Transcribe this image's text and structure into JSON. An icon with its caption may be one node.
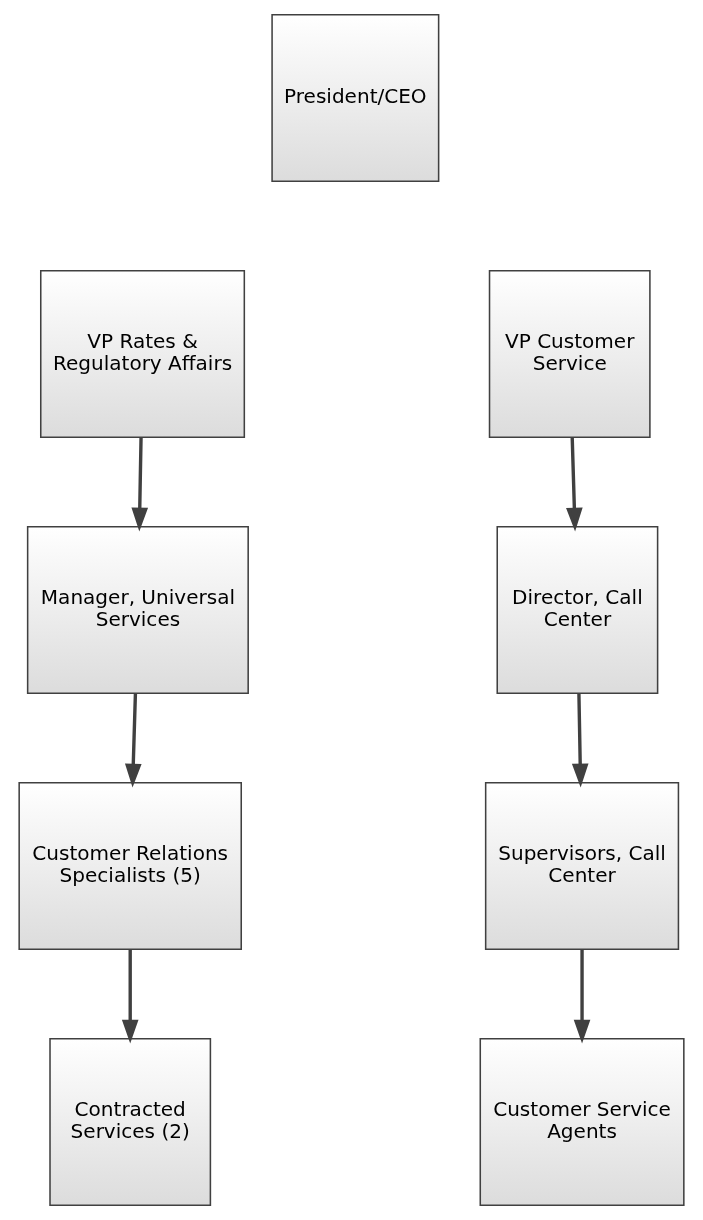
{
  "diagram": {
    "nodes": [
      {
        "text": [
          "President/CEO"
        ]
      },
      {
        "text": [
          "VP Rates & Regulatory Affairs"
        ]
      },
      {
        "text": [
          "Manager, Universal Services"
        ]
      },
      {
        "text": [
          "Customer Relations Specialists (5)"
        ]
      },
      {
        "text": [
          "Contracted Services (2)"
        ]
      },
      {
        "text": [
          "VP Customer Service"
        ]
      },
      {
        "text": [
          "Director, Call Center"
        ]
      },
      {
        "text": [
          "Supervisors, Call Center"
        ]
      },
      {
        "text": [
          "Customer Service Agents"
        ]
      }
    ],
    "edges": [
      {
        "from": 1,
        "to": 2,
        "arrow": "to"
      },
      {
        "from": 2,
        "to": 3,
        "arrow": "to"
      },
      {
        "from": 3,
        "to": 4,
        "arrow": "to"
      },
      {
        "from": 5,
        "to": 6,
        "arrow": "to"
      },
      {
        "from": 6,
        "to": 7,
        "arrow": "to"
      },
      {
        "from": 7,
        "to": 8,
        "arrow": "to"
      }
    ]
  }
}
